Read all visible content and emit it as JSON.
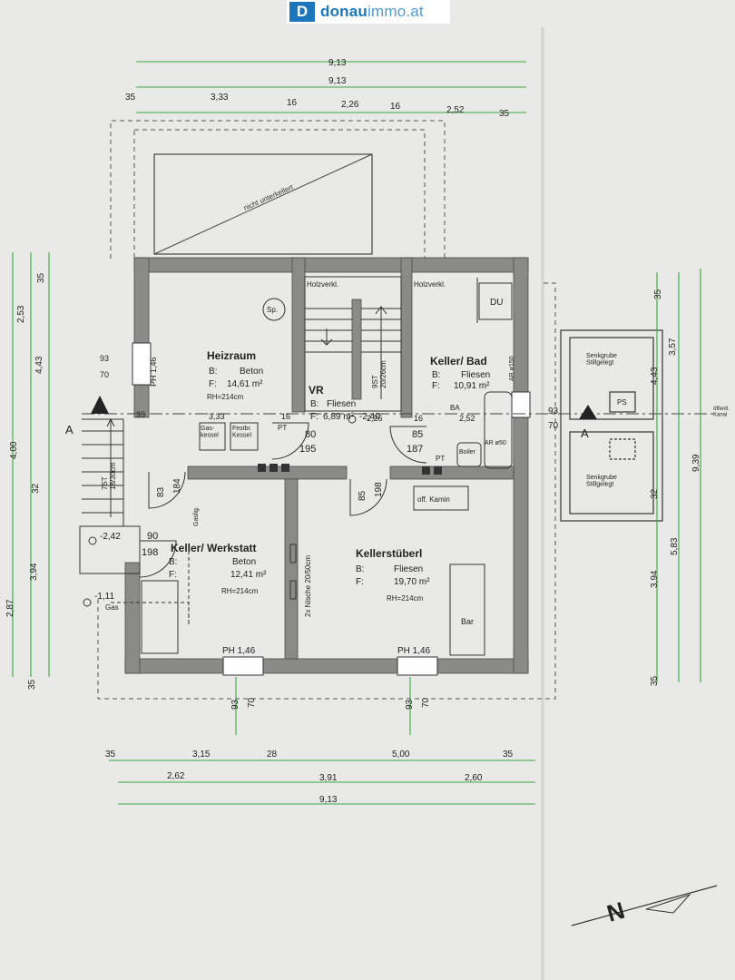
{
  "logo": {
    "mark": "D",
    "brand": "donau",
    "domain": "immo.at"
  },
  "dims_top": [
    "9,13",
    "9,13",
    "35",
    "3,33",
    "16",
    "2,26",
    "16",
    "2,52",
    "35"
  ],
  "dims_bottom": [
    "35",
    "3,15",
    "28",
    "5,00",
    "35",
    "2,62",
    "3,91",
    "2,60",
    "9,13"
  ],
  "dims_left": [
    "35",
    "2,53",
    "4,43",
    "4,00",
    "32",
    "3,94",
    "2,87",
    "35"
  ],
  "dims_right": [
    "35",
    "3,57",
    "4,43",
    "9,39",
    "32",
    "5,83",
    "3,94",
    "35"
  ],
  "labels": {
    "nicht_unterkellert": "nicht unterkellert",
    "holzverkl_1": "Holzverkl.",
    "holzverkl_2": "Holzverkl.",
    "du": "DU",
    "sp": "Sp.",
    "ph_left": "PH 1,46",
    "ph_bottom_1": "PH 1,46",
    "ph_bottom_2": "PH 1,46",
    "dim_93": "93",
    "dim_70": "70",
    "dim_333": "3,33",
    "dim_16a": "16",
    "dim_16b": "16",
    "dim_226": "2,26",
    "dim_252": "2,52",
    "dim_35a": "35",
    "gaskessel": "Gas-\nkessel",
    "festbr": "Festbr.\nKessel",
    "pt1": "PT",
    "pt2": "PT",
    "d80": "80",
    "d195": "195",
    "d85": "85",
    "d187": "187",
    "lvl_240": "-2,40",
    "lvl_242": "-2,42",
    "lvl_111": "-1,11",
    "gas": "Gas",
    "gaslig": "Gaslig.",
    "boiler": "Boiler",
    "ar50": "AR ø50",
    "ar150": "AR ø150",
    "ba": "BA",
    "stairs_inner": "9ST\n20/26cm",
    "stairs_outer": "7ST\n18/30cm",
    "d83": "83",
    "d184": "184",
    "d90": "90",
    "d198a": "198",
    "d85b": "85",
    "d198b": "198",
    "kamin": "off. Kamin",
    "nische": "2x Nische 20/50cm",
    "bar": "Bar",
    "section_a_left": "A",
    "section_a_right": "A",
    "senkgrube_1": "Senkgrube\nStillgelegt",
    "senkgrube_2": "Senkgrube\nStillgelegt",
    "ps": "PS",
    "oeffentl": "öffentl.\nKanal",
    "d93b": "93",
    "d70b": "70",
    "d93c": "93",
    "d70c": "70",
    "d93d": "93",
    "d70d": "70",
    "north": "N"
  },
  "rooms": [
    {
      "name": "Heizraum",
      "b_label": "B:",
      "b": "Beton",
      "f_label": "F:",
      "f": "14,61 m²",
      "rh": "RH=214cm"
    },
    {
      "name": "VR",
      "b_label": "B:",
      "b": "Fliesen",
      "f_label": "F:",
      "f": "6,89 m²"
    },
    {
      "name": "Keller/ Bad",
      "b_label": "B:",
      "b": "Fliesen",
      "f_label": "F:",
      "f": "10,91 m²"
    },
    {
      "name": "Keller/ Werkstatt",
      "b_label": "B:",
      "b": "Beton",
      "f_label": "F:",
      "f": "12,41 m²",
      "rh": "RH=214cm"
    },
    {
      "name": "Kellerstüberl",
      "b_label": "B:",
      "b": "Fliesen",
      "f_label": "F:",
      "f": "19,70 m²",
      "rh": "RH=214cm"
    }
  ],
  "colors": {
    "wall": "#8a8a88",
    "line": "#444444",
    "dim_green": "#3aa840",
    "paper": "#e9e9e7",
    "brand": "#1b76bc"
  }
}
